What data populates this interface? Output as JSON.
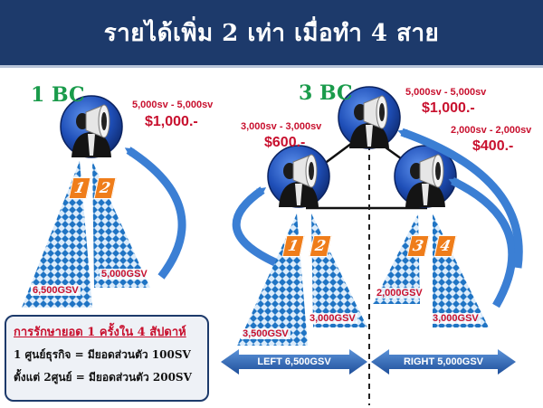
{
  "title": "รายได้เพิ่ม 2 เท่า เมื่อทำ 4 สาย",
  "colors": {
    "title_bg": "#1d3a6b",
    "accent_red": "#c8102e",
    "bc_green": "#1a9b4b",
    "badge_orange": "#ef7d1a",
    "arrow_blue": "#2e69b5"
  },
  "left": {
    "label": "1 BC",
    "pair_range": "5,000sv - 5,000sv",
    "pair_amount": "$1,000.-",
    "leg1_num": "1",
    "leg2_num": "2",
    "leg1_volume": "6,500GSV",
    "leg2_volume": "5,000GSV"
  },
  "right": {
    "label": "3 BC",
    "top_range": "5,000sv - 5,000sv",
    "top_amount": "$1,000.-",
    "left_range": "3,000sv - 3,000sv",
    "left_amount": "$600.-",
    "right_range": "2,000sv - 2,000sv",
    "right_amount": "$400.-",
    "leg1_num": "1",
    "leg2_num": "2",
    "leg3_num": "3",
    "leg4_num": "4",
    "leg1_volume": "3,500GSV",
    "leg2_volume": "3,000GSV",
    "leg3_volume": "2,000GSV",
    "leg4_volume": "3,000GSV",
    "left_total": "LEFT 6,500GSV",
    "right_total": "RIGHT 5,000GSV"
  },
  "panel": {
    "heading": "การรักษายอด 1 ครั้งใน 4 สัปดาห์",
    "line1": "1 ศูนย์ธุรกิจ = มียอดส่วนตัว 100SV",
    "line2": "ตั้งแต่ 2ศูนย์ = มียอดส่วนตัว 200SV"
  },
  "icons": [
    "megaphone-icon",
    "curved-arrow-icon",
    "double-arrow-icon"
  ]
}
